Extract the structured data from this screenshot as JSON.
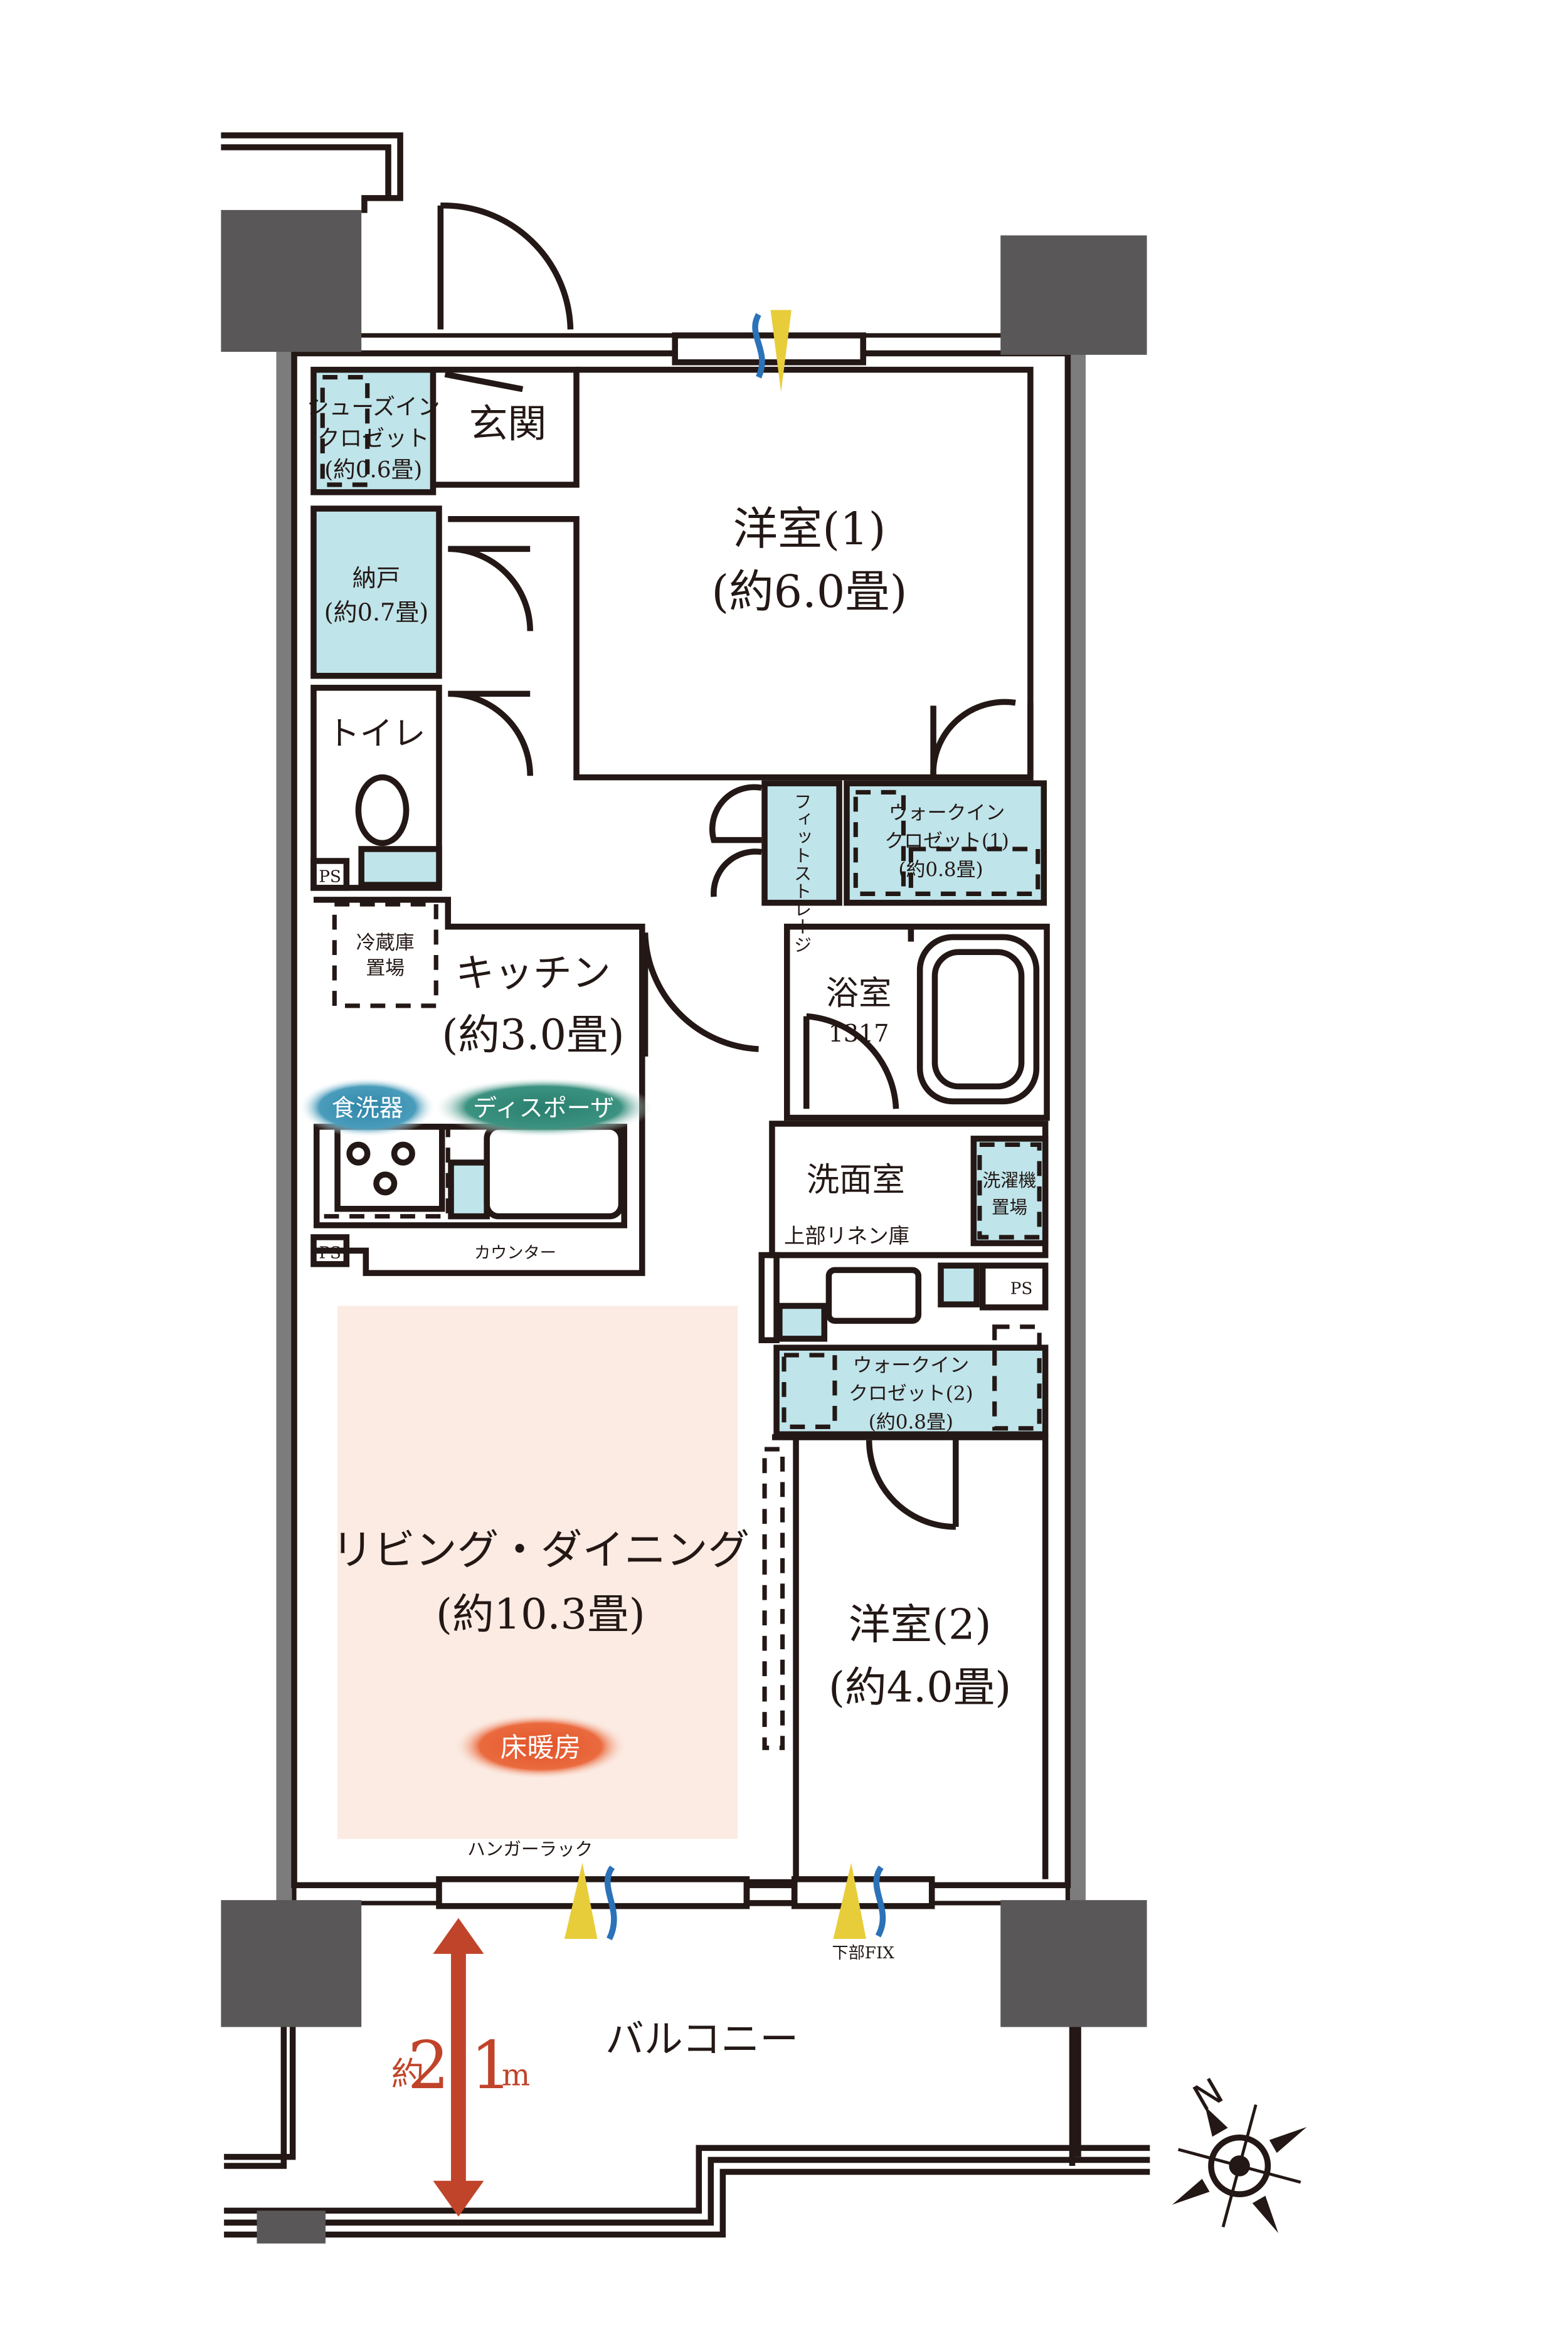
{
  "plan": {
    "rooms": {
      "genkan": "玄関",
      "shoes_closet": [
        "シューズイン",
        "クロゼット",
        "(約0.6畳)"
      ],
      "nando": [
        "納戸",
        "(約0.7畳)"
      ],
      "toilet": "トイレ",
      "ps1": "PS",
      "ps2": "PS",
      "ps3": "PS",
      "fridge": [
        "冷蔵庫",
        "置場"
      ],
      "kitchen": [
        "キッチン",
        "(約3.0畳)"
      ],
      "counter": "カウンター",
      "western1": [
        "洋室(1)",
        "(約6.0畳)"
      ],
      "fit_storage": "フィットストレージ",
      "wic1": [
        "ウォークイン",
        "クロゼット(1)",
        "(約0.8畳)"
      ],
      "bath": [
        "浴室",
        "1317"
      ],
      "washroom": "洗面室",
      "washer": [
        "洗濯機",
        "置場"
      ],
      "linen": "上部リネン庫",
      "wic2": [
        "ウォークイン",
        "クロゼット(2)",
        "(約0.8畳)"
      ],
      "living": [
        "リビング・ダイニング",
        "(約10.3畳)"
      ],
      "western2": [
        "洋室(2)",
        "(約4.0畳)"
      ],
      "hanger": "ハンガーラック",
      "fix": "下部FIX",
      "balcony": "バルコニー"
    },
    "badges": {
      "dishwasher": "食洗器",
      "disposer": "ディスポーザ",
      "floor_heating": "床暖房"
    },
    "dimension": {
      "prefix": "約",
      "value": "2.1",
      "unit": "m"
    },
    "compass": "N",
    "colors": {
      "storage": "#bfe4ea",
      "living_floor": "#fbebe3",
      "column": "#595757",
      "dimension": "#c0442a",
      "dishwasher_badge": "#2f86a8",
      "disposer_badge": "#2a7f6e",
      "heating_badge": "#e2542b",
      "window_marker": "#e8cd3a",
      "ventilation_marker": "#2b72b8"
    }
  }
}
